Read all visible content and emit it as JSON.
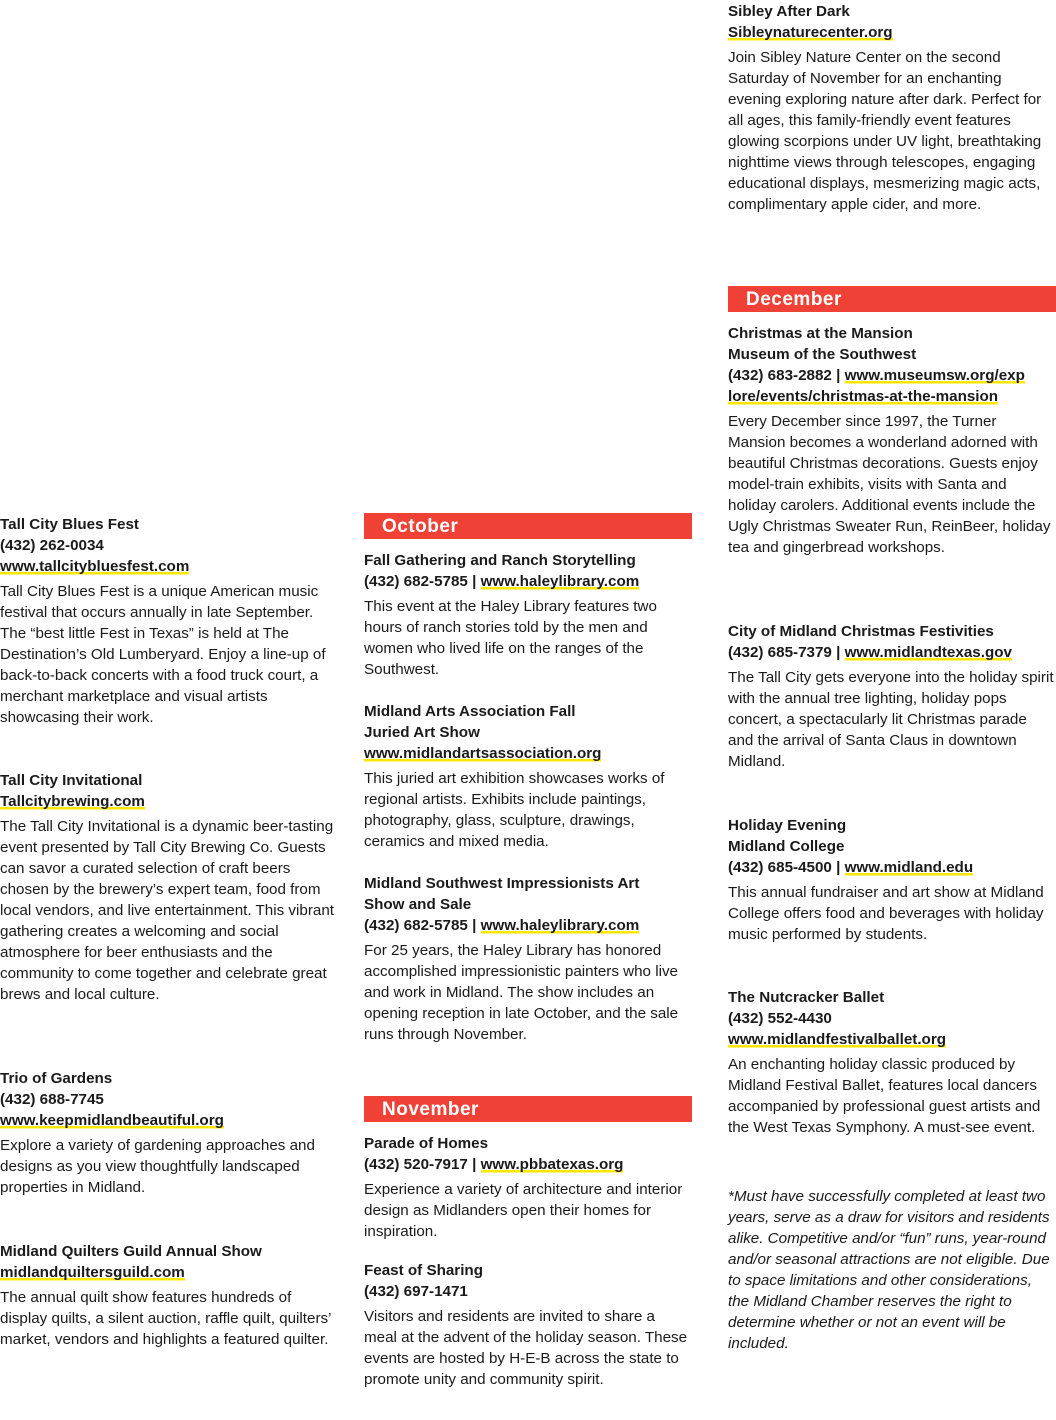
{
  "column1": [
    {
      "title": "Tall City Blues Fest",
      "phone": "(432) 262-0034",
      "link": "www.tallcitybluesfest.com",
      "desc": "Tall City Blues Fest is a unique American music festival that occurs annually in late September. The “best little Fest in Texas” is held at The Destination’s Old Lumberyard. Enjoy a line-up of back-to-back concerts with a food truck court, a merchant marketplace and visual artists showcasing their work."
    },
    {
      "title": "Tall City Invitational",
      "link": "Tallcitybrewing.com",
      "desc": "The Tall City Invitational is a dynamic beer-tasting event presented by Tall City Brewing Co. Guests can savor a curated selection of craft beers chosen by the brewery’s expert team, food from local vendors, and live entertainment. This vibrant gathering creates a welcoming and social atmosphere for beer enthusiasts and the community to come together and celebrate great brews and local culture."
    },
    {
      "title": "Trio of Gardens",
      "phone": "(432) 688-7745",
      "link": "www.keepmidlandbeautiful.org",
      "desc": "Explore a variety of gardening approaches and designs as you view thoughtfully landscaped properties in Midland."
    },
    {
      "title": "Midland Quilters Guild Annual Show",
      "link": "midlandquiltersguild.com",
      "desc": "The annual quilt show features hundreds of display quilts, a silent auction, raffle quilt, quilters’ market, vendors and highlights a featured quilter."
    }
  ],
  "october": {
    "label": "October",
    "events": [
      {
        "title": "Fall Gathering and Ranch Storytelling",
        "phone": "(432) 682-5785",
        "sep": " | ",
        "link": "www.haleylibrary.com",
        "desc": "This event at the Haley Library features two hours of ranch stories told by the men and women who lived life on the ranges of the Southwest."
      },
      {
        "title": "Midland Arts Association Fall Juried Art Show",
        "link": "www.midlandartsassociation.org",
        "desc": "This juried art exhibition showcases works of regional artists. Exhibits include paintings, photography, glass, sculpture, drawings, ceramics and mixed media."
      },
      {
        "title": "Midland Southwest Impressionists Art Show and Sale",
        "phone": "(432) 682-5785",
        "sep": " | ",
        "link": "www.haleylibrary.com",
        "desc": "For 25 years, the Haley Library has honored accomplished impressionistic painters who live and work in Midland. The show includes an opening reception in late October, and the sale runs through November."
      }
    ]
  },
  "november": {
    "label": "November",
    "events": [
      {
        "title": "Parade of Homes",
        "phone": "(432) 520-7917",
        "sep": " | ",
        "link": "www.pbbatexas.org",
        "desc": "Experience a variety of architecture and interior design as Midlanders open their homes for inspiration."
      },
      {
        "title": "Feast of Sharing",
        "phone": "(432) 697-1471",
        "desc": "Visitors and residents are invited to share a meal at the advent of the holiday season. These events are hosted by H-E-B across the state to promote unity and community spirit."
      }
    ]
  },
  "sibley": {
    "title": "Sibley After Dark",
    "link": "Sibleynaturecenter.org",
    "desc": "Join Sibley Nature Center on the second Saturday of November for an enchanting evening exploring nature after dark. Perfect for all ages, this family-friendly event features glowing scorpions under UV light, breathtaking nighttime views through telescopes, engaging educational displays, mesmerizing magic acts, complimentary apple cider, and more."
  },
  "december": {
    "label": "December",
    "events": [
      {
        "title": "Christmas at the Mansion",
        "sub": "Museum of the Southwest",
        "phone": "(432) 683-2882",
        "sep": " | ",
        "link": "www.museumsw.org/explore/events/christmas-at-the-mansion",
        "desc": "Every December since 1997, the Turner Mansion becomes a wonderland adorned with beautiful Christmas decorations. Guests enjoy model-train exhibits, visits with Santa and holiday carolers. Additional events include the Ugly Christmas Sweater Run, ReinBeer, holiday tea and gingerbread workshops."
      },
      {
        "title": "City of Midland Christmas Festivities",
        "phone": "(432) 685-7379",
        "sep": " | ",
        "link": "www.midlandtexas.gov",
        "desc": "The Tall City gets everyone into the holiday spirit with the annual tree lighting, holiday pops concert, a spectacularly lit Christmas parade and the arrival of Santa Claus in downtown Midland."
      },
      {
        "title": "Holiday Evening",
        "sub": "Midland College",
        "phone": "(432) 685-4500",
        "sep": " | ",
        "link": "www.midland.edu",
        "desc": "This annual fundraiser and art show at Midland College offers food and beverages with holiday music performed by students."
      },
      {
        "title": "The Nutcracker Ballet",
        "phone": "(432) 552-4430",
        "link": "www.midlandfestivalballet.org",
        "desc": "An enchanting holiday classic produced by Midland Festival Ballet, features local dancers accompanied by professional guest artists and the West Texas Symphony. A must-see event."
      }
    ]
  },
  "footnote": "*Must have successfully completed at least two years, serve as a draw for visitors and residents alike. Competitive and/or “fun” runs, year-round and/or seasonal attractions are not eligible. Due to space limitations and other considerations, the Midland Chamber reserves the right to determine whether or not an event will be included.",
  "colors": {
    "accent": "#ef4136",
    "highlight": "#ffe600",
    "text": "#1a1a1a"
  }
}
